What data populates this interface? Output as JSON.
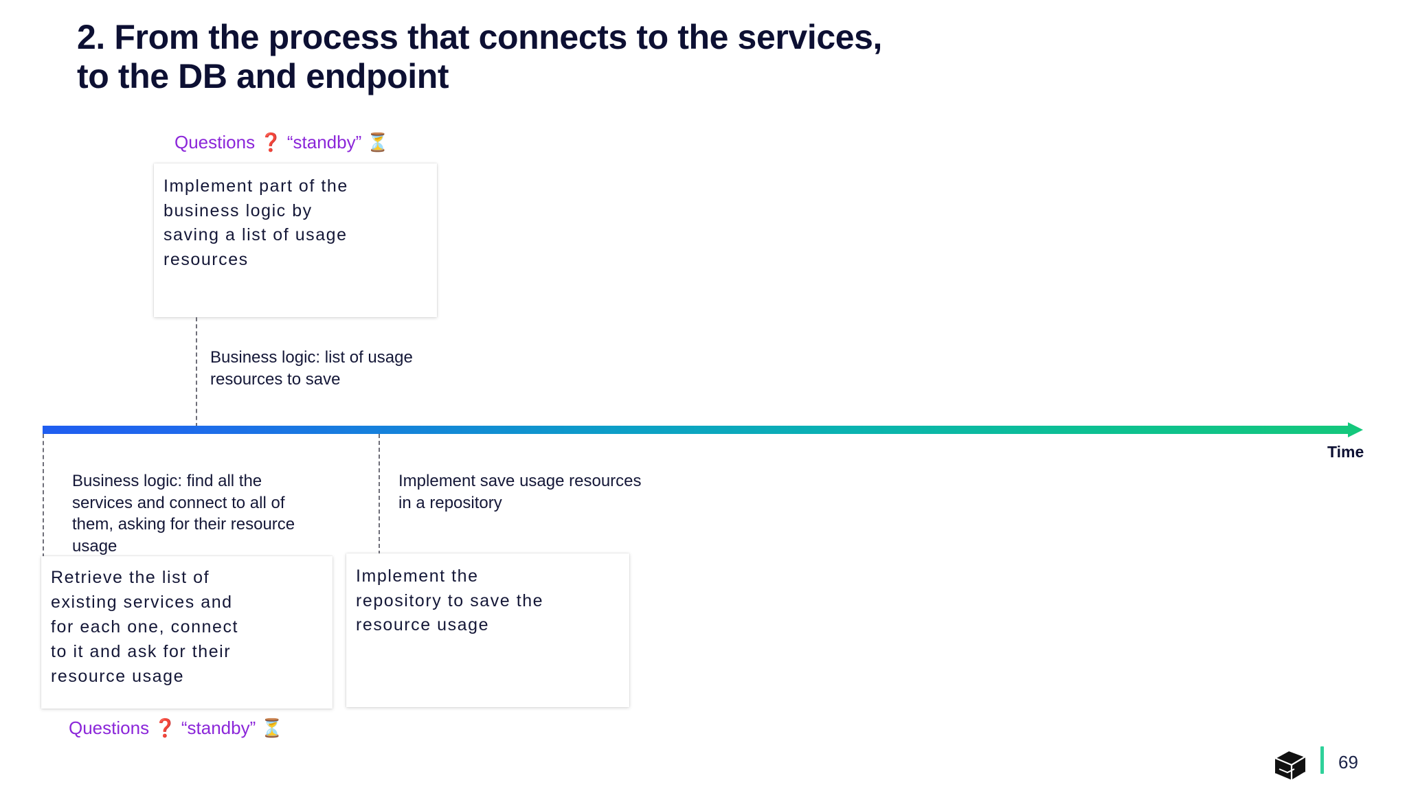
{
  "slide": {
    "title": "2. From the process that connects to the services,\nto the DB and endpoint",
    "page_number": "69",
    "title_color": "#0d1033"
  },
  "annotations": {
    "questions_top": "Questions ❓ “standby” ⏳",
    "questions_bottom": "Questions ❓ “standby” ⏳",
    "questions_color": "#8b26d9"
  },
  "timeline": {
    "axis_label": "Time",
    "gradient_start_color": "#1f5df0",
    "gradient_end_color": "#14c77c",
    "arrow_color": "#14c77c",
    "notes": [
      {
        "id": "list-usage",
        "text": "Business logic: list of usage\nresources to save"
      },
      {
        "id": "find-services",
        "text": "Business logic: find all the\nservices and connect to all of\nthem, asking for their resource\nusage"
      },
      {
        "id": "save-repository",
        "text": "Implement save usage resources\nin a repository"
      }
    ]
  },
  "cards": [
    {
      "id": "save-usage",
      "text": "Implement part of the\nbusiness logic by\nsaving a list of usage\nresources"
    },
    {
      "id": "retrieve-services",
      "text": "Retrieve the list of\nexisting services and\nfor each one, connect\nto it and ask for their\nresource usage"
    },
    {
      "id": "implement-repository",
      "text": "Implement the\nrepository to save the\nresource usage"
    }
  ],
  "footer": {
    "logo_name": "cube-logo",
    "divider_color": "#2fd19a",
    "page_number": "69"
  }
}
